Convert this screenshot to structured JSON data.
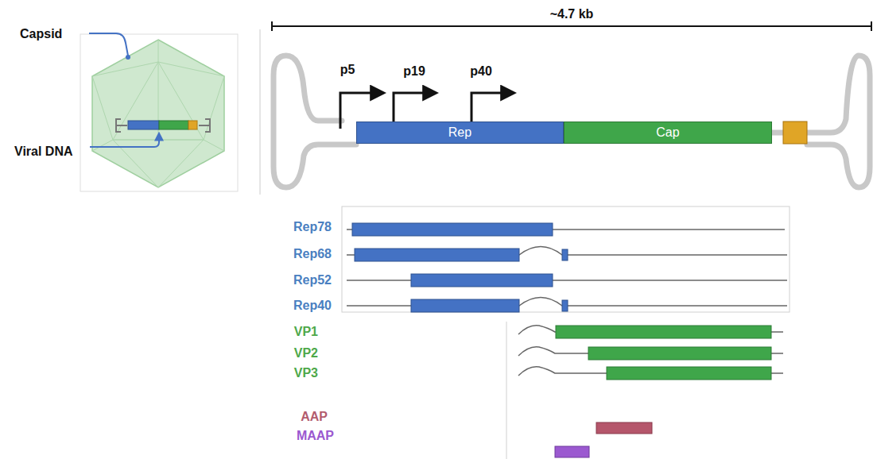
{
  "diagram": {
    "nodes": [
      {
        "text": [
          "Rep"
        ]
      },
      {
        "text": [
          "Cap"
        ]
      }
    ],
    "labels": [
      "Capsid",
      "Viral DNA",
      "~4.7 kb",
      "p5",
      "p19",
      "p40",
      "Rep78",
      "Rep68",
      "Rep52",
      "Rep40",
      "VP1",
      "VP2",
      "VP3",
      "AAP",
      "MAAP"
    ]
  }
}
